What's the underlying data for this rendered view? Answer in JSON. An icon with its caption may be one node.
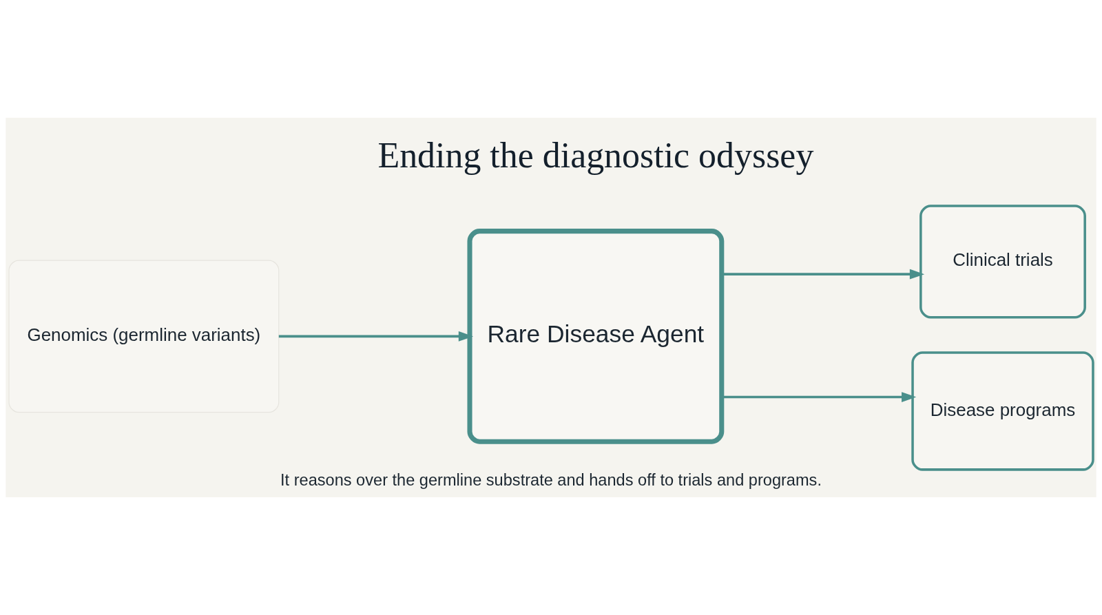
{
  "diagram": {
    "title": "Ending the diagnostic odyssey",
    "caption": "It reasons over the germline substrate and hands off to trials and programs.",
    "nodes": [
      {
        "text": [
          "Genomics (germline variants)"
        ]
      },
      {
        "text": [
          "Rare Disease Agent"
        ]
      },
      {
        "text": [
          "Clinical trials"
        ]
      },
      {
        "text": [
          "Disease programs"
        ]
      }
    ],
    "edges": [
      {
        "from": 0,
        "to": 1,
        "arrow": "to"
      },
      {
        "from": 1,
        "to": 2,
        "arrow": "to"
      },
      {
        "from": 1,
        "to": 3,
        "arrow": "to"
      }
    ]
  }
}
